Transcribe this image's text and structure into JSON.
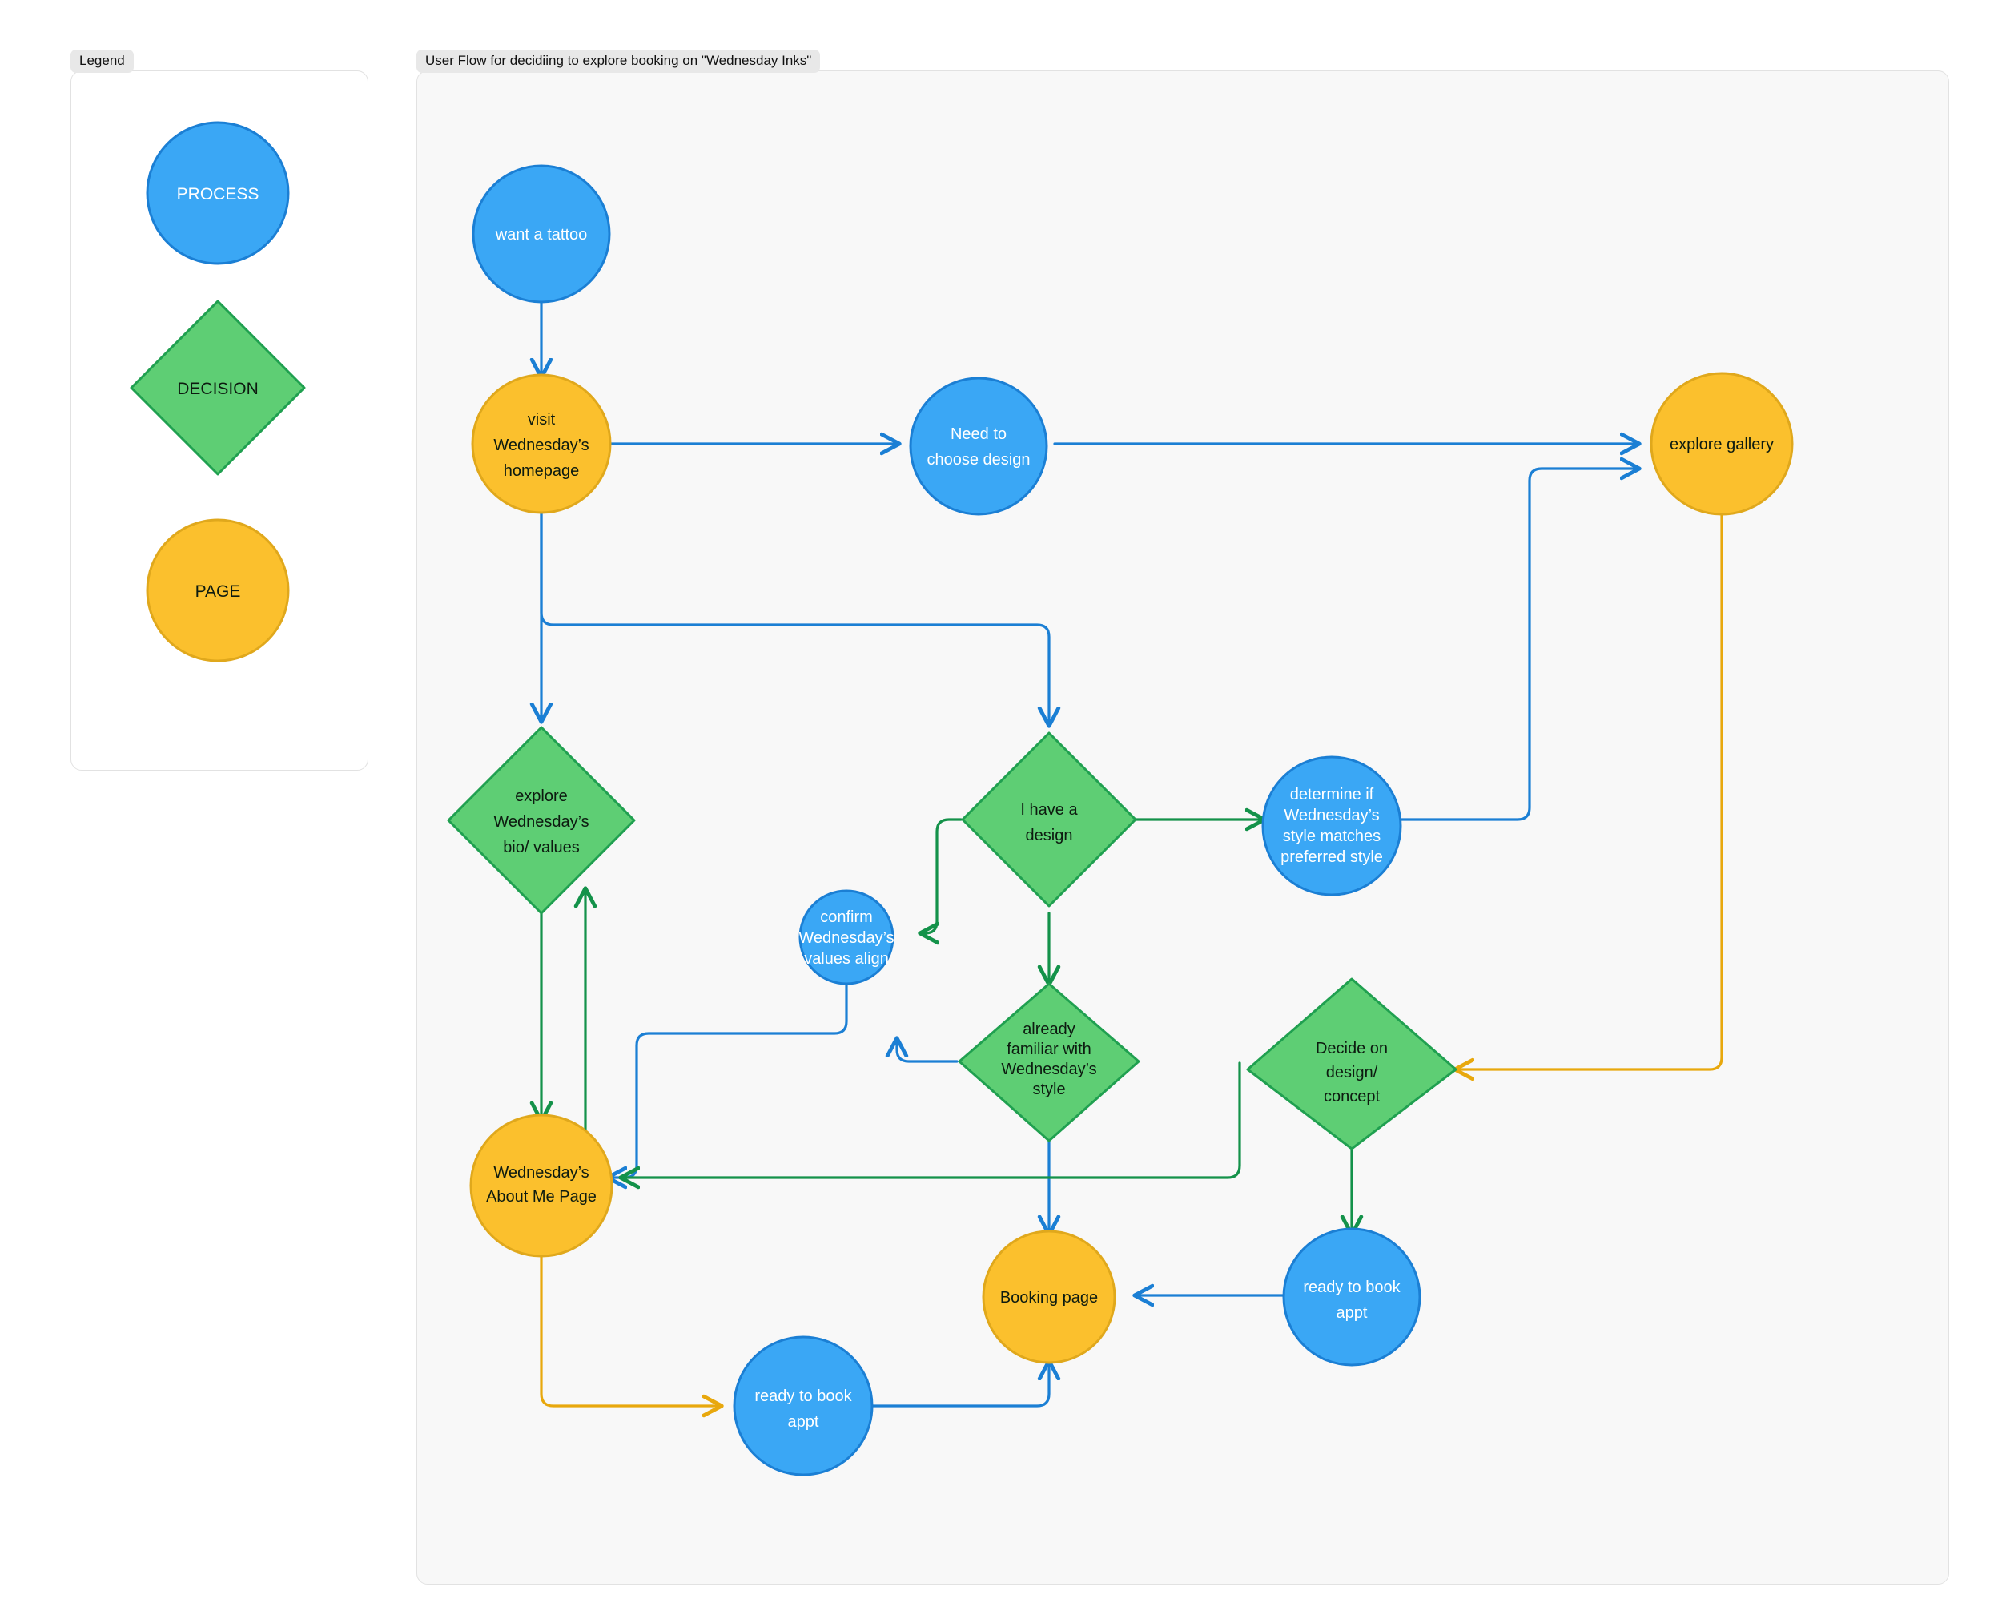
{
  "legend": {
    "tag_label": "Legend",
    "items": [
      {
        "id": "process",
        "label": "PROCESS",
        "shape": "circle",
        "fill": "#3aa7f5",
        "stroke": "#1b7fd4",
        "text_color": "#ffffff"
      },
      {
        "id": "decision",
        "label": "DECISION",
        "shape": "diamond",
        "fill": "#5ece74",
        "stroke": "#20a050",
        "text_color": "#0d1b10"
      },
      {
        "id": "page",
        "label": "PAGE",
        "shape": "circle",
        "fill": "#fbc02d",
        "stroke": "#e0a81c",
        "text_color": "#0d1b10"
      }
    ]
  },
  "flow": {
    "tag_label": "User Flow for decidiing to explore booking on \"Wednesday Inks\"",
    "colors": {
      "process_fill": "#3aa7f5",
      "process_stroke": "#1b7fd4",
      "decision_fill": "#5ece74",
      "decision_stroke": "#20a050",
      "page_fill": "#fbc02d",
      "page_stroke": "#e0a81c",
      "edge_blue": "#1b7fd4",
      "edge_green": "#14924a",
      "edge_orange": "#e8a80d",
      "canvas": "#f8f8f8"
    },
    "nodes": [
      {
        "id": "want-tattoo",
        "type": "process",
        "lines": [
          "want a tattoo"
        ]
      },
      {
        "id": "visit-homepage",
        "type": "page",
        "lines": [
          "visit",
          "Wednesday’s",
          "homepage"
        ]
      },
      {
        "id": "need-choose-design",
        "type": "process",
        "lines": [
          "Need to",
          "choose design"
        ]
      },
      {
        "id": "explore-gallery",
        "type": "page",
        "lines": [
          "explore  gallery"
        ]
      },
      {
        "id": "explore-bio-values",
        "type": "decision",
        "lines": [
          "explore",
          "Wednesday’s",
          "bio/ values"
        ]
      },
      {
        "id": "i-have-a-design",
        "type": "decision",
        "lines": [
          "I have a",
          "design"
        ]
      },
      {
        "id": "determine-style-match",
        "type": "process",
        "lines": [
          "determine if",
          "Wednesday’s",
          "style matches",
          "preferred style"
        ]
      },
      {
        "id": "confirm-values-align",
        "type": "process",
        "lines": [
          "confirm",
          "Wednesday’s",
          "values align"
        ]
      },
      {
        "id": "already-familiar-style",
        "type": "decision",
        "lines": [
          "already",
          "familiar with",
          "Wednesday’s",
          "style"
        ]
      },
      {
        "id": "decide-design-concept",
        "type": "decision",
        "lines": [
          "Decide on",
          "design/",
          "concept"
        ]
      },
      {
        "id": "about-me-page",
        "type": "page",
        "lines": [
          "Wednesday’s",
          "About Me Page"
        ]
      },
      {
        "id": "booking-page",
        "type": "page",
        "lines": [
          "Booking page"
        ]
      },
      {
        "id": "ready-book-appt-right",
        "type": "process",
        "lines": [
          "ready to book",
          "appt"
        ]
      },
      {
        "id": "ready-book-appt-bottom",
        "type": "process",
        "lines": [
          "ready to book",
          "appt"
        ]
      }
    ],
    "edges": [
      {
        "from": "want-tattoo",
        "to": "visit-homepage",
        "color": "blue"
      },
      {
        "from": "visit-homepage",
        "to": "need-choose-design",
        "color": "blue"
      },
      {
        "from": "visit-homepage",
        "to": "explore-bio-values",
        "color": "blue"
      },
      {
        "from": "visit-homepage",
        "to": "i-have-a-design",
        "color": "blue"
      },
      {
        "from": "need-choose-design",
        "to": "explore-gallery",
        "color": "blue"
      },
      {
        "from": "i-have-a-design",
        "to": "determine-style-match",
        "color": "green"
      },
      {
        "from": "i-have-a-design",
        "to": "confirm-values-align",
        "color": "green"
      },
      {
        "from": "i-have-a-design",
        "to": "already-familiar-style",
        "color": "green"
      },
      {
        "from": "determine-style-match",
        "to": "explore-gallery",
        "color": "blue"
      },
      {
        "from": "already-familiar-style",
        "to": "confirm-values-align",
        "color": "blue"
      },
      {
        "from": "already-familiar-style",
        "to": "about-me-page",
        "color": "blue"
      },
      {
        "from": "already-familiar-style",
        "to": "booking-page",
        "color": "blue"
      },
      {
        "from": "confirm-values-align",
        "to": "about-me-page",
        "color": "blue"
      },
      {
        "from": "explore-bio-values",
        "to": "about-me-page",
        "color": "green"
      },
      {
        "from": "about-me-page",
        "to": "explore-bio-values",
        "color": "green"
      },
      {
        "from": "about-me-page",
        "to": "ready-book-appt-bottom",
        "color": "orange"
      },
      {
        "from": "explore-gallery",
        "to": "decide-design-concept",
        "color": "orange"
      },
      {
        "from": "decide-design-concept",
        "to": "about-me-page",
        "color": "green"
      },
      {
        "from": "decide-design-concept",
        "to": "ready-book-appt-right",
        "color": "green"
      },
      {
        "from": "ready-book-appt-right",
        "to": "booking-page",
        "color": "blue"
      },
      {
        "from": "ready-book-appt-bottom",
        "to": "booking-page",
        "color": "blue"
      }
    ]
  }
}
